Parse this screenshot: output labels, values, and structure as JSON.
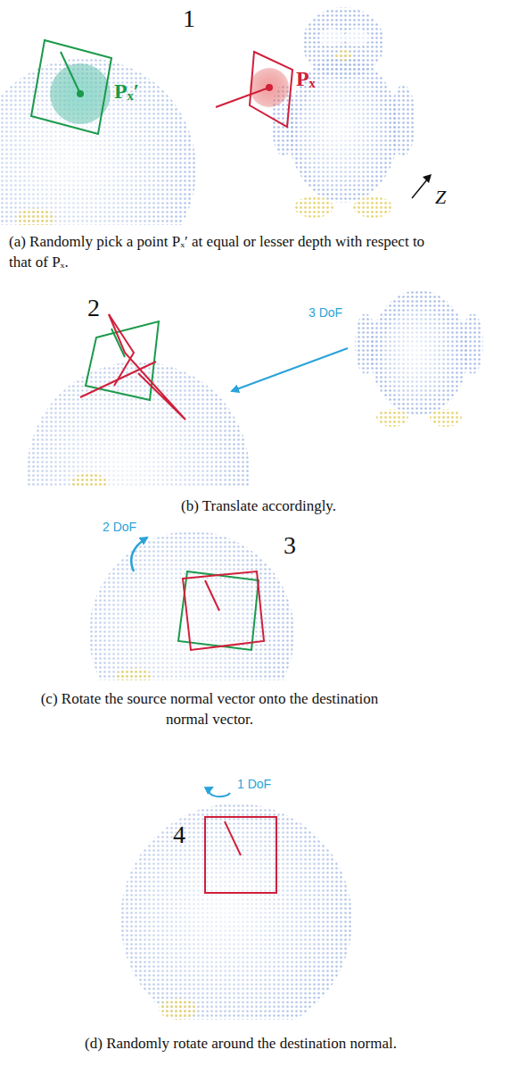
{
  "diagram": {
    "labels": [
      "1",
      "Pₓ′",
      "Pₓ",
      "Z",
      "(a) Randomly pick a point Pₓ′ at equal or lesser depth with respect to that of Pₓ.",
      "2",
      "3 DoF",
      "(b) Translate accordingly.",
      "3",
      "2 DoF",
      "(c) Rotate the source normal vector onto the destination normal vector.",
      "4",
      "1 DoF",
      "(d) Randomly rotate around the destination normal."
    ]
  }
}
